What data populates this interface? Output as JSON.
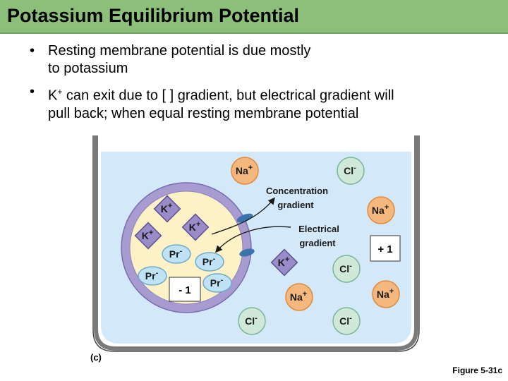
{
  "title": "Potassium Equilibrium Potential",
  "bullets": [
    {
      "lines": [
        "Resting membrane potential is due mostly",
        "to potassium"
      ]
    },
    {
      "prefix": "K",
      "sup": "+",
      "rest": " can exit due to [ ] gradient, but electrical gradient will",
      "line2": "pull back; when equal resting membrane potential"
    }
  ],
  "diagram": {
    "labels": {
      "concentration": [
        "Concentration",
        "gradient"
      ],
      "electrical": [
        "Electrical",
        "gradient"
      ]
    },
    "charges": {
      "inside": "- 1",
      "outside": "+ 1"
    },
    "ions": {
      "na": {
        "base": "Na",
        "sup": "+",
        "color": "#f4b77e",
        "stroke": "#e08a3a"
      },
      "cl": {
        "base": "Cl",
        "sup": "-",
        "color": "#cfe8d8",
        "stroke": "#7bb59a"
      },
      "k": {
        "base": "K",
        "sup": "+",
        "color": "#9a8cc8",
        "stroke": "#5d4f94"
      },
      "pr": {
        "base": "Pr",
        "sup": "-",
        "color": "#bfe2f5",
        "stroke": "#6ea9cc"
      }
    },
    "colors": {
      "solution": "#d3e8f8",
      "cell_fill": "#fdf2c6",
      "membrane": "#a79bd0",
      "channel": "#3b74ad"
    }
  },
  "panel_label": "(c)",
  "figure_caption": "Figure 5-31c"
}
